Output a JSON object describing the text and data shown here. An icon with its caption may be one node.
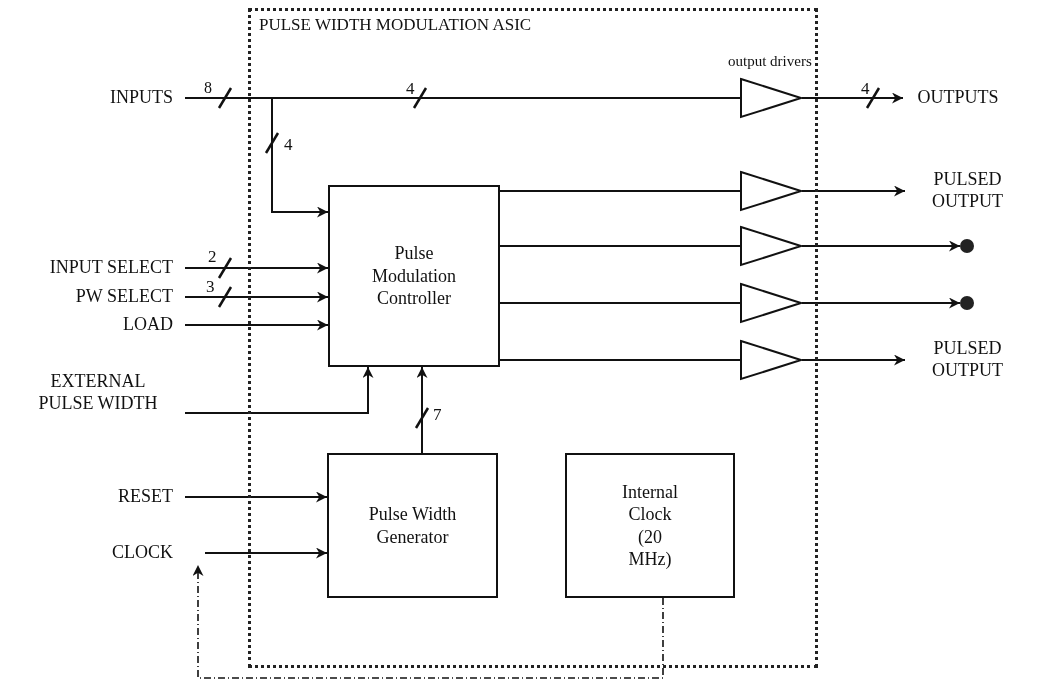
{
  "diagram": {
    "nodes": [
      {
        "text": [
          "PULSE WIDTH MODULATION ASIC"
        ]
      },
      {
        "text": [
          "INPUTS"
        ]
      },
      {
        "text": [
          "INPUT SELECT"
        ]
      },
      {
        "text": [
          "PW SELECT"
        ]
      },
      {
        "text": [
          "LOAD"
        ]
      },
      {
        "text": [
          "EXTERNAL PULSE WIDTH"
        ]
      },
      {
        "text": [
          "RESET"
        ]
      },
      {
        "text": [
          "CLOCK"
        ]
      },
      {
        "text": [
          "Pulse Modulation Controller"
        ],
        "in": 0
      },
      {
        "text": [
          "Pulse Width Generator"
        ],
        "in": 0
      },
      {
        "text": [
          "Internal Clock (20 MHz)"
        ],
        "in": 0
      },
      {
        "text": [],
        "shape": "triangle",
        "in": 0,
        "beside": [
          "output drivers"
        ]
      },
      {
        "text": [],
        "shape": "triangle",
        "in": 0
      },
      {
        "text": [],
        "shape": "triangle",
        "in": 0
      },
      {
        "text": [],
        "shape": "triangle",
        "in": 0
      },
      {
        "text": [],
        "shape": "triangle",
        "in": 0
      },
      {
        "text": [
          "OUTPUTS"
        ]
      },
      {
        "text": [
          "PULSED OUTPUT"
        ]
      },
      {
        "text": [],
        "shape": "circle"
      },
      {
        "text": [],
        "shape": "circle"
      },
      {
        "text": [
          "PULSED OUTPUT"
        ]
      }
    ],
    "edges": [
      {
        "from": 1,
        "to": 11,
        "arrow": "none",
        "label": "4"
      },
      {
        "from": 1,
        "to": 8,
        "arrow": "to",
        "label": "4"
      },
      {
        "from": 2,
        "to": 8,
        "arrow": "to",
        "label": "2"
      },
      {
        "from": 3,
        "to": 8,
        "arrow": "to",
        "label": "3"
      },
      {
        "from": 4,
        "to": 8,
        "arrow": "to"
      },
      {
        "from": 5,
        "to": 8,
        "arrow": "to"
      },
      {
        "from": 9,
        "to": 8,
        "arrow": "to",
        "label": "7"
      },
      {
        "from": 6,
        "to": 9,
        "arrow": "to"
      },
      {
        "from": 7,
        "to": 9,
        "arrow": "to"
      },
      {
        "from": 10,
        "to": 7,
        "arrow": "to",
        "style": "dashed"
      },
      {
        "from": 8,
        "to": 12,
        "arrow": "none"
      },
      {
        "from": 8,
        "to": 13,
        "arrow": "none"
      },
      {
        "from": 8,
        "to": 14,
        "arrow": "none"
      },
      {
        "from": 8,
        "to": 15,
        "arrow": "none"
      },
      {
        "from": 11,
        "to": 16,
        "arrow": "to",
        "label": "4"
      },
      {
        "from": 12,
        "to": 17,
        "arrow": "to"
      },
      {
        "from": 13,
        "to": 18,
        "arrow": "to"
      },
      {
        "from": 14,
        "to": 19,
        "arrow": "to"
      },
      {
        "from": 15,
        "to": 20,
        "arrow": "to"
      }
    ],
    "labels": [
      "8"
    ]
  }
}
